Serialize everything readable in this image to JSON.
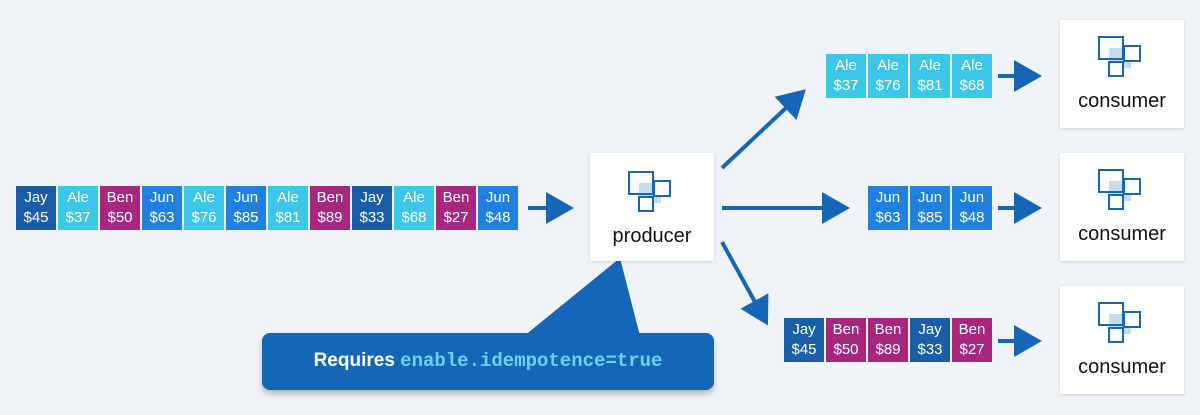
{
  "producer": {
    "label": "producer",
    "icon": "producer-icon"
  },
  "consumers": [
    {
      "label": "consumer",
      "icon": "consumer-icon"
    },
    {
      "label": "consumer",
      "icon": "consumer-icon"
    },
    {
      "label": "consumer",
      "icon": "consumer-icon"
    }
  ],
  "input_stream": [
    {
      "name": "Jay",
      "amount": "$45",
      "color": "#1a5ea8"
    },
    {
      "name": "Ale",
      "amount": "$37",
      "color": "#3cc7e9"
    },
    {
      "name": "Ben",
      "amount": "$50",
      "color": "#a7267e"
    },
    {
      "name": "Jun",
      "amount": "$63",
      "color": "#1f80dd"
    },
    {
      "name": "Ale",
      "amount": "$76",
      "color": "#3cc7e9"
    },
    {
      "name": "Jun",
      "amount": "$85",
      "color": "#1f80dd"
    },
    {
      "name": "Ale",
      "amount": "$81",
      "color": "#3cc7e9"
    },
    {
      "name": "Ben",
      "amount": "$89",
      "color": "#a7267e"
    },
    {
      "name": "Jay",
      "amount": "$33",
      "color": "#1a5ea8"
    },
    {
      "name": "Ale",
      "amount": "$68",
      "color": "#3cc7e9"
    },
    {
      "name": "Ben",
      "amount": "$27",
      "color": "#a7267e"
    },
    {
      "name": "Jun",
      "amount": "$48",
      "color": "#1f80dd"
    }
  ],
  "partitions": [
    [
      {
        "name": "Ale",
        "amount": "$37",
        "color": "#3cc7e9"
      },
      {
        "name": "Ale",
        "amount": "$76",
        "color": "#3cc7e9"
      },
      {
        "name": "Ale",
        "amount": "$81",
        "color": "#3cc7e9"
      },
      {
        "name": "Ale",
        "amount": "$68",
        "color": "#3cc7e9"
      }
    ],
    [
      {
        "name": "Jun",
        "amount": "$63",
        "color": "#1f80dd"
      },
      {
        "name": "Jun",
        "amount": "$85",
        "color": "#1f80dd"
      },
      {
        "name": "Jun",
        "amount": "$48",
        "color": "#1f80dd"
      }
    ],
    [
      {
        "name": "Jay",
        "amount": "$45",
        "color": "#1a5ea8"
      },
      {
        "name": "Ben",
        "amount": "$50",
        "color": "#a7267e"
      },
      {
        "name": "Ben",
        "amount": "$89",
        "color": "#a7267e"
      },
      {
        "name": "Jay",
        "amount": "$33",
        "color": "#1a5ea8"
      },
      {
        "name": "Ben",
        "amount": "$27",
        "color": "#a7267e"
      }
    ]
  ],
  "callout": {
    "prefix": "Requires",
    "code": "enable.idempotence=true"
  },
  "colors": {
    "arrow": "#1666b8",
    "callout": "#1666b8",
    "code_text": "#6ad3f4"
  }
}
